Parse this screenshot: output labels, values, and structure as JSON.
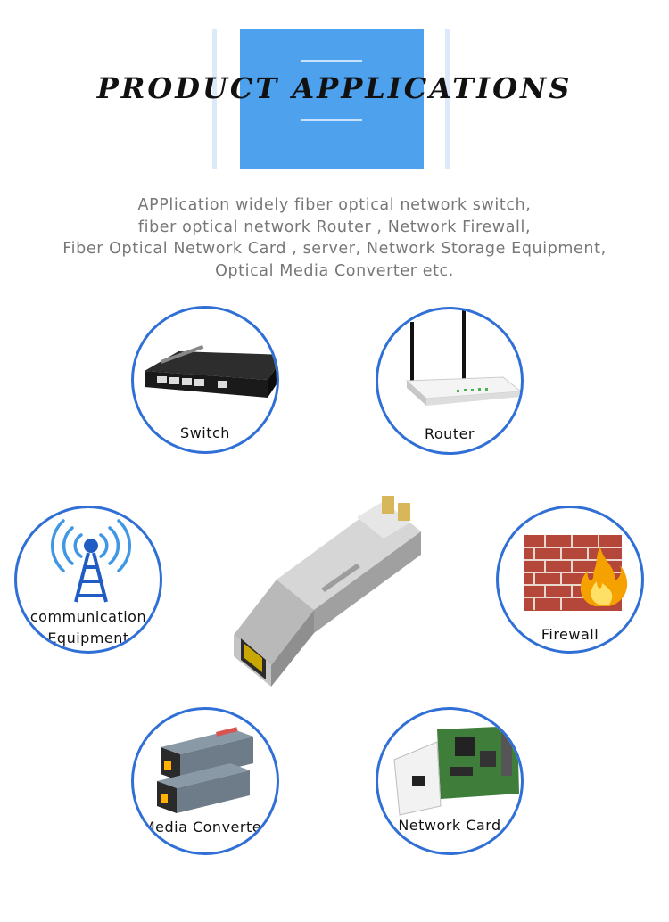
{
  "header": {
    "title": "PRODUCT APPLICATIONS"
  },
  "description": {
    "lines": [
      "APPlication widely fiber optical network switch,",
      "fiber optical network Router ,  Network Firewall,",
      "Fiber Optical Network Card , server,  Network Storage Equipment,",
      "Optical Media Converter etc."
    ]
  },
  "applications": {
    "switch": {
      "label": "Switch",
      "icon": "switch-icon"
    },
    "router": {
      "label": "Router",
      "icon": "router-icon"
    },
    "communication": {
      "label_line1": "communication",
      "label_line2": "Equipment",
      "icon": "antenna-tower-icon"
    },
    "firewall": {
      "label": "Firewall",
      "icon": "firewall-icon"
    },
    "media_converter": {
      "label": "Media Converter",
      "icon": "media-converter-icon"
    },
    "network_card": {
      "label": "Network Card",
      "icon": "network-card-icon"
    }
  },
  "colors": {
    "circle_border": "#2f6fd6",
    "banner_blue": "#4ea1ec",
    "text_gray": "#777777"
  }
}
